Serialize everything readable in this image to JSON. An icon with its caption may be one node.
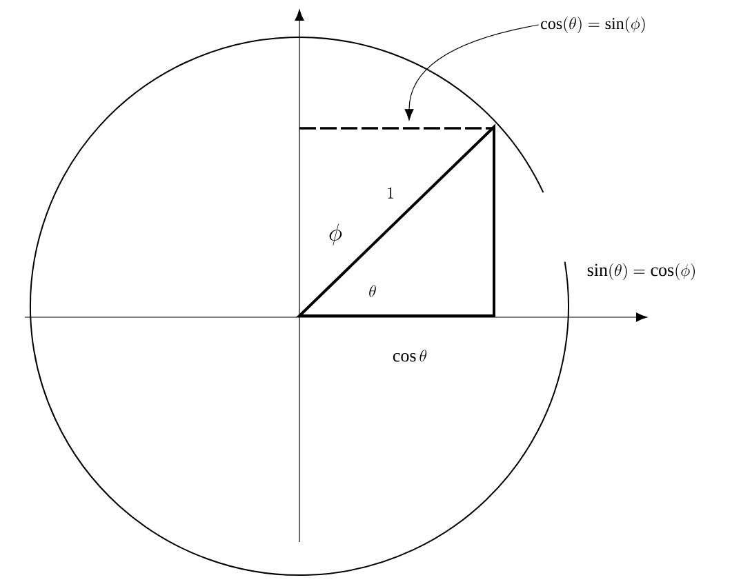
{
  "diagram": {
    "nodes": [
      {
        "text": [
          "\\cos(\\theta) = \\sin(\\phi)"
        ]
      },
      {
        "text": [],
        "shape": "line"
      }
    ],
    "edges": [
      {
        "from": 0,
        "to": 1,
        "arrow": "to"
      }
    ],
    "labels": [
      "1",
      "\\phi",
      "\\theta",
      "\\sin(\\theta) = \\cos(\\phi)",
      "\\cos\\theta"
    ]
  }
}
